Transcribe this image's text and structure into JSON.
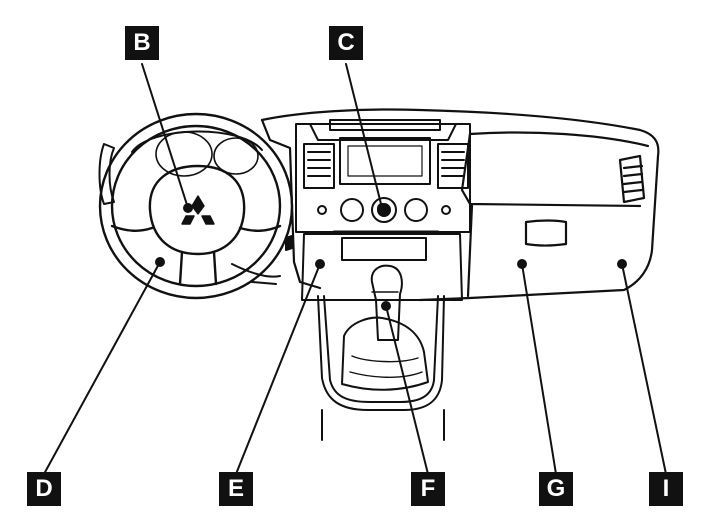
{
  "labels": {
    "b": "B",
    "c": "C",
    "d": "D",
    "e": "E",
    "f": "F",
    "g": "G",
    "i": "I"
  },
  "colors": {
    "ink": "#111111",
    "paper": "#ffffff",
    "shade": "#555555"
  }
}
